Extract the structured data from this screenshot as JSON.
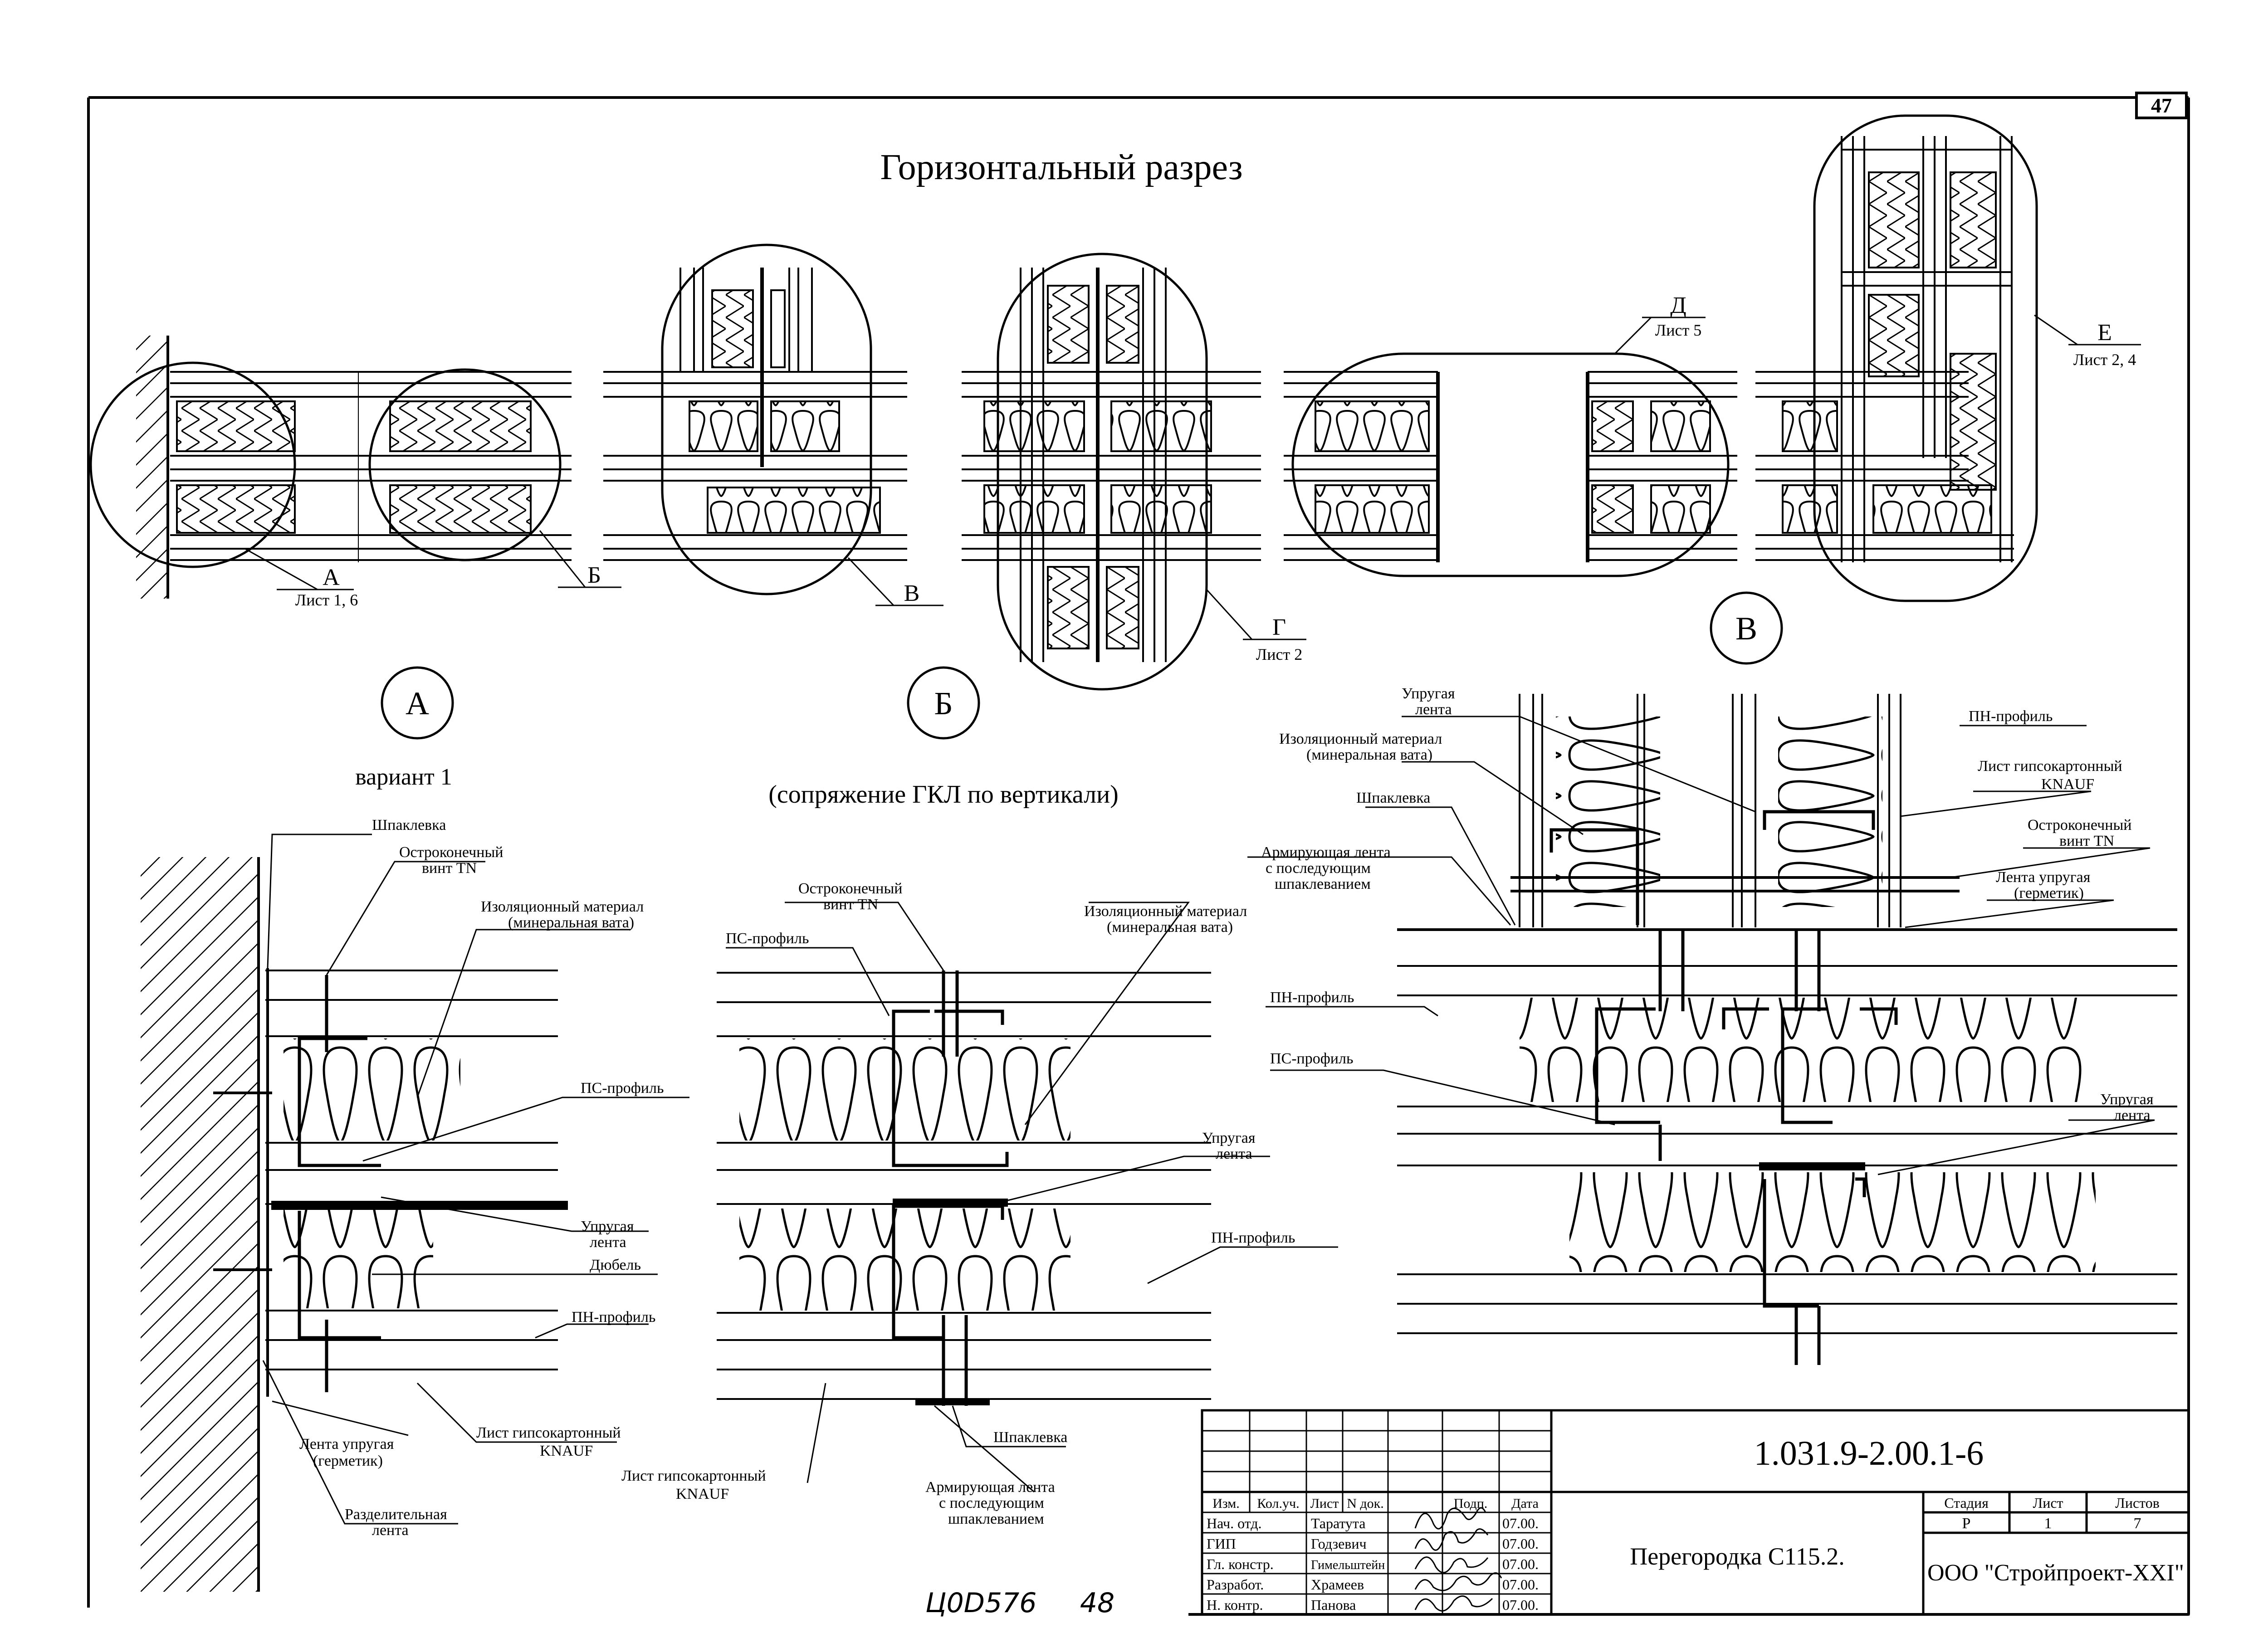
{
  "sheet_number": "47",
  "title": "Горизонтальный разрез",
  "section_callouts": {
    "A": {
      "letter": "А",
      "sheet_ref": "Лист 1, 6"
    },
    "B": {
      "letter": "Б"
    },
    "V": {
      "letter": "В"
    },
    "G": {
      "letter": "Г",
      "sheet_ref": "Лист 2"
    },
    "D": {
      "letter": "Д",
      "sheet_ref": "Лист 5"
    },
    "E": {
      "letter": "Е",
      "sheet_ref": "Лист 2, 4"
    }
  },
  "detail_markers": {
    "A": "А",
    "B": "Б",
    "V": "В"
  },
  "detail_A": {
    "subtitle": "вариант 1",
    "labels": {
      "shpaklevka": "Шпаклевка",
      "vint_1": "Остроконечный",
      "vint_2": "винт TN",
      "izol_1": "Изоляционный материал",
      "izol_2": "(минеральная вата)",
      "ps": "ПС-профиль",
      "lenta_1": "Упругая",
      "lenta_2": "лента",
      "dubel": "Дюбель",
      "pn": "ПН-профиль",
      "gkl_1": "Лист гипсокартонный",
      "gkl_2": "KNAUF",
      "germ_1": "Лента упругая",
      "germ_2": "(герметик)",
      "razd_1": "Разделительная",
      "razd_2": "лента"
    }
  },
  "detail_B": {
    "subtitle": "(сопряжение ГКЛ по вертикали)",
    "labels": {
      "vint_1": "Остроконечный",
      "vint_2": "винт TN",
      "izol_1": "Изоляционный материал",
      "izol_2": "(минеральная вата)",
      "ps": "ПС-профиль",
      "lenta_1": "Упругая",
      "lenta_2": "лента",
      "pn": "ПН-профиль",
      "shpaklevka": "Шпаклевка",
      "gkl_1": "Лист гипсокартонный",
      "gkl_2": "KNAUF",
      "arm_1": "Армирующая лента",
      "arm_2": "с последующим",
      "arm_3": "шпаклеванием"
    }
  },
  "detail_V": {
    "labels": {
      "lenta_1": "Упругая",
      "lenta_2": "лента",
      "izol_1": "Изоляционный материал",
      "izol_2": "(минеральная вата)",
      "shpaklevka": "Шпаклевка",
      "arm_1": "Армирующая лента",
      "arm_2": "с последующим",
      "arm_3": "шпаклеванием",
      "pn_top": "ПН-профиль",
      "gkl_1": "Лист гипсокартонный",
      "gkl_2": "KNAUF",
      "vint_1": "Остроконечный",
      "vint_2": "винт TN",
      "germ_1": "Лента упругая",
      "germ_2": "(герметик)",
      "pn": "ПН-профиль",
      "ps": "ПС-профиль",
      "lenta_b1": "Упругая",
      "lenta_b2": "лента"
    }
  },
  "title_block": {
    "doc_code": "1.031.9-2.00.1-6",
    "headers": [
      "Изм.",
      "Кол.уч.",
      "Лист",
      "N док.",
      "Подп.",
      "Дата"
    ],
    "rows": [
      {
        "role": "Нач. отд.",
        "name": "Таратута",
        "date": "07.00."
      },
      {
        "role": "ГИП",
        "name": "Годзевич",
        "date": "07.00."
      },
      {
        "role": "Гл. констр.",
        "name": "Гимельштейн",
        "date": "07.00."
      },
      {
        "role": "Разработ.",
        "name": "Храмеев",
        "date": "07.00."
      },
      {
        "role": "Н. контр.",
        "name": "Панова",
        "date": "07.00."
      }
    ],
    "product": "Перегородка С115.2.",
    "stage_header": "Стадия",
    "sheet_header": "Лист",
    "sheets_header": "Листов",
    "stage": "Р",
    "sheet": "1",
    "sheets": "7",
    "org": "ООО \"Стройпроект-XXI\""
  },
  "handwritten_note": "Ц0D576     48"
}
